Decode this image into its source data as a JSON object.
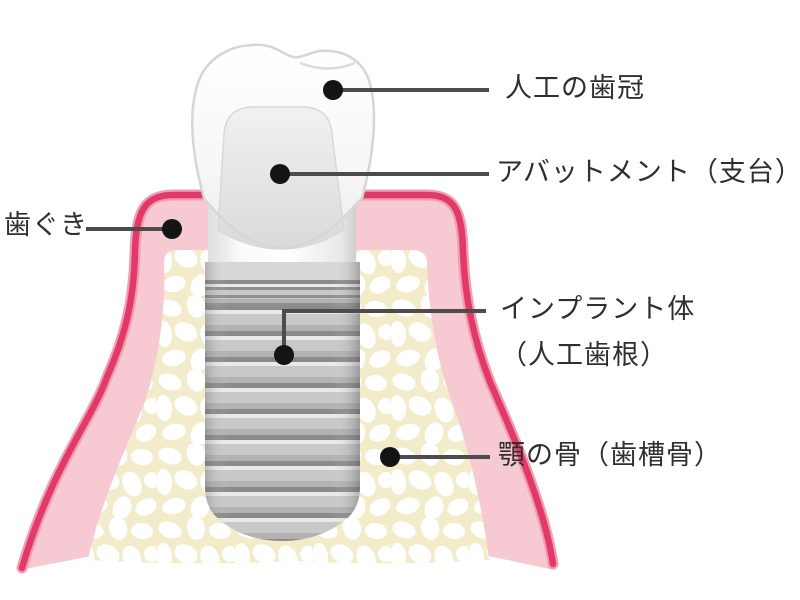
{
  "labels": {
    "crown": "人工の歯冠",
    "abutment": "アバットメント（支台）",
    "gum": "歯ぐき",
    "implant_body_line1": "インプラント体",
    "implant_body_line2": "（人工歯根）",
    "jawbone": "顎の骨（歯槽骨）"
  },
  "colors": {
    "gum_fill": "#f7c9d2",
    "gum_border": "#e23a68",
    "gum_border_soft": "#f19db4",
    "bone_fill": "#f2ecca",
    "pebble": "#ffffff",
    "label_text": "#2f2f2f",
    "connector": "#4c4c4c",
    "dot": "#141414"
  }
}
